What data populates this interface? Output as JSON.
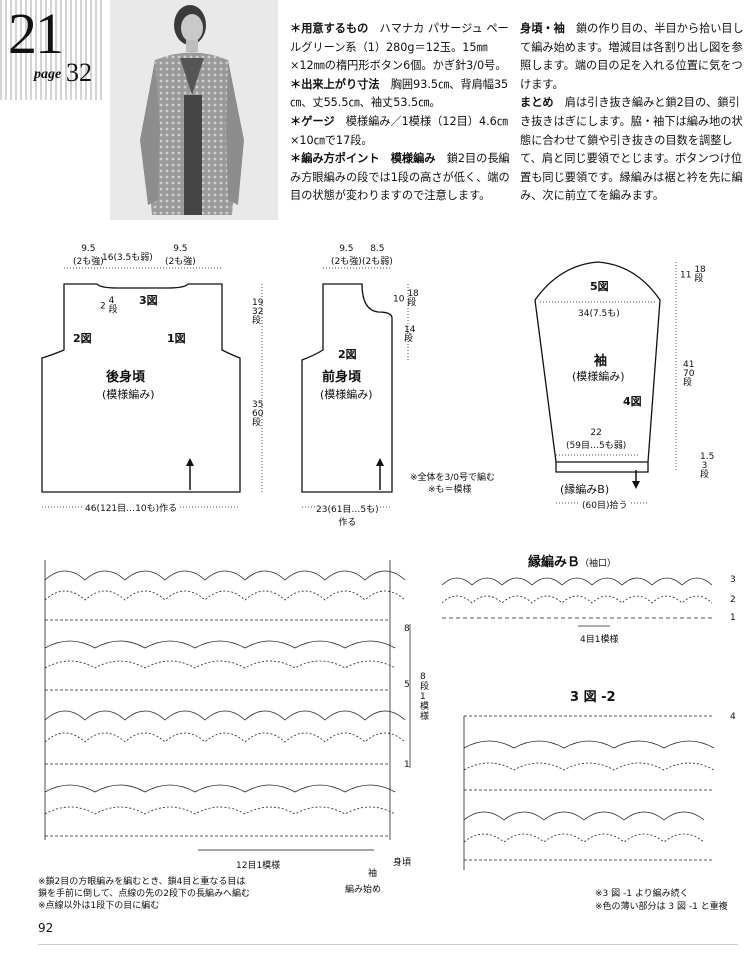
{
  "header": {
    "pattern_number": "21",
    "page_ref_label": "page",
    "page_ref_num": "32"
  },
  "materials": {
    "title": "＊用意するもの",
    "text": "ハマナカ パサージュ ペールグリーン系（1）280g＝12玉。15㎜×12㎜の楕円形ボタン6個。かぎ針3/0号。"
  },
  "finished_size": {
    "title": "＊出来上がり寸法",
    "text": "胸囲93.5㎝、背肩幅35㎝、丈55.5㎝、袖丈53.5㎝。"
  },
  "gauge": {
    "title": "＊ゲージ",
    "text": "模様編み／1模様（12目）4.6㎝×10㎝で17段。"
  },
  "knitting_points": {
    "title": "＊編み方ポイント",
    "subtitle": "模様編み",
    "text1": "鎖2目の長編み方眼編みの段では1段の高さが低く、端の目の状態が変わりますので注意します。",
    "body_sleeve_title": "身頃・袖",
    "text2": "鎖の作り目の、半目から拾い目して編み始めます。増減目は各割り出し図を参照します。端の目の足を入れる位置に気をつけます。",
    "finish_title": "まとめ",
    "text3": "肩は引き抜き編みと鎖2目の、鎖引き抜きはぎにします。脇・袖下は編み地の状態に合わせて鎖や引き抜きの目数を調整して、肩と同じ要領でとじます。ボタンつけ位置も同じ要領です。縁編みは裾と衿を先に編み、次に前立てを編みます。"
  },
  "back_body": {
    "name": "後身頃",
    "sub": "(模様編み)",
    "top_left": "9.5",
    "top_left_sub": "(2も強)",
    "top_mid": "16(3.5も弱)",
    "top_right": "9.5",
    "top_right_sub": "(2も強)",
    "neck_rows": "2",
    "neck_rows_unit": "4段",
    "fig3": "3図",
    "fig2": "2図",
    "fig1": "1図",
    "h1": "19",
    "h1_rows": "32段",
    "h2": "35",
    "h2_rows": "60段",
    "bottom": "46(121目…10も)作る"
  },
  "front_body": {
    "name": "前身頃",
    "sub": "(模様編み)",
    "top_left": "9.5",
    "top_left_sub": "(2も強)",
    "top_right": "8.5",
    "top_right_sub": "(2も弱)",
    "neck_h": "10",
    "neck_rows": "18段",
    "neck_rows2": "14段",
    "fig2": "2図",
    "bottom": "23(61目…5も)",
    "bottom_sub": "作る",
    "note1": "※全体を3/0号で編む",
    "note2": "※も＝模様"
  },
  "sleeve": {
    "name": "袖",
    "sub": "(模様編み)",
    "fig5": "5図",
    "fig4": "4図",
    "width_top": "34(7.5も)",
    "cap_h": "11",
    "cap_rows": "18段",
    "body_h": "41",
    "body_rows": "70段",
    "cuff_h": "1.5",
    "cuff_rows": "3段",
    "bottom_w": "22",
    "bottom_w_sub": "(59目…5も弱)",
    "cuff_label": "(縁編みB)",
    "pickup": "(60目)拾う"
  },
  "edge_b": {
    "title": "縁編みＢ",
    "title_sub": "（袖口）",
    "repeat": "4目1模様",
    "rows": [
      "3",
      "2",
      "1"
    ]
  },
  "fig3_2": {
    "title": "3 図 -2",
    "row": "4"
  },
  "main_chart": {
    "repeat": "12目1模様",
    "rows_label": "8段1模様",
    "row_marks": [
      "8",
      "5",
      "1"
    ],
    "body_label": "身頃",
    "sleeve_label": "袖",
    "start_label": "編み始め"
  },
  "notes_left": [
    "※鎖2目の方眼編みを編むとき、鎖4目と重なる目は",
    "鎖を手前に倒して、点線の先の2段下の長編みへ編む",
    "※点線以外は1段下の目に編む"
  ],
  "notes_right": [
    "※3 図 -1 より編み続く",
    "※色の薄い部分は 3 図 -1 と重複"
  ],
  "footer": {
    "page_number": "92"
  }
}
